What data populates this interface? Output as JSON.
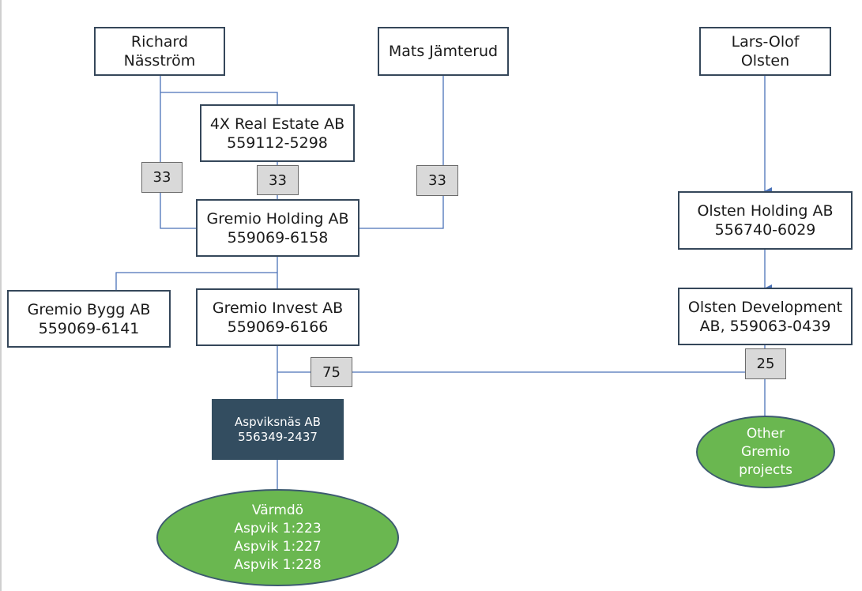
{
  "nodes": {
    "richard": {
      "lines": [
        "Richard",
        "Näsström"
      ]
    },
    "mats": {
      "lines": [
        "Mats Jämterud"
      ]
    },
    "lars": {
      "lines": [
        "Lars-Olof",
        "Olsten"
      ]
    },
    "real_estate": {
      "lines": [
        "4X Real Estate AB",
        "559112-5298"
      ]
    },
    "gremio_holding": {
      "lines": [
        "Gremio Holding AB",
        "559069-6158"
      ]
    },
    "gremio_bygg": {
      "lines": [
        "Gremio Bygg AB",
        "559069-6141"
      ]
    },
    "gremio_invest": {
      "lines": [
        "Gremio Invest AB",
        "559069-6166"
      ]
    },
    "olsten_holding": {
      "lines": [
        "Olsten Holding AB",
        "556740-6029"
      ]
    },
    "olsten_dev": {
      "lines": [
        "Olsten Development",
        "AB, 559063-0439"
      ]
    },
    "aspviksnas": {
      "lines": [
        "Aspviksnäs AB",
        "556349-2437"
      ]
    },
    "varmdo": {
      "lines": [
        "Värmdö",
        "Aspvik 1:223",
        "Aspvik 1:227",
        "Aspvik 1:228"
      ]
    },
    "other": {
      "lines": [
        "Other",
        "Gremio",
        "projects"
      ]
    }
  },
  "ownership": {
    "richard_pct": "33",
    "real_estate_pct": "33",
    "mats_pct": "33",
    "invest_pct": "75",
    "olsten_pct": "25"
  },
  "colors": {
    "line": "#4a72b8",
    "box_border": "#35475a",
    "dark_box": "#334d60",
    "ellipse": "#6ab750",
    "pct_box": "#d9d9d9"
  }
}
